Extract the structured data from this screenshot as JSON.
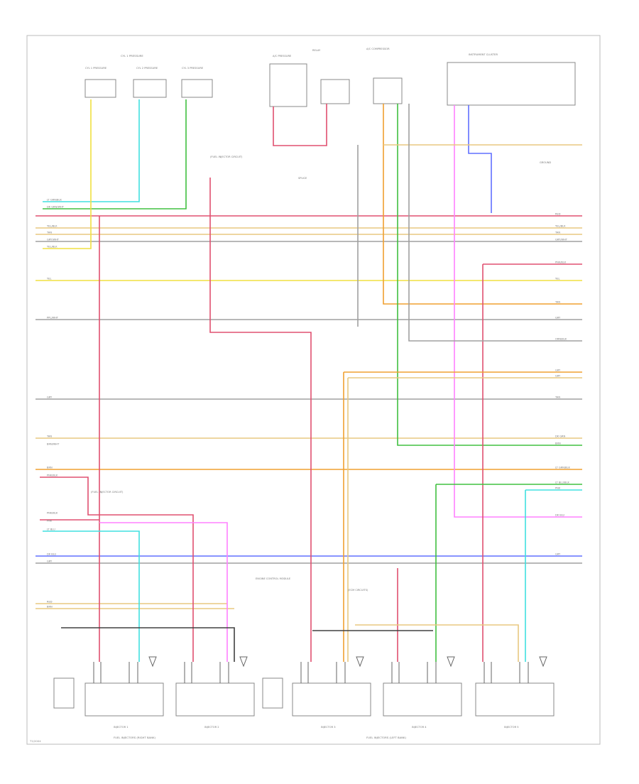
{
  "diagram": {
    "figure_code": "T1/2004",
    "background": "#ffffff",
    "wire_colors": {
      "yellow": "#f0e040",
      "cyan": "#40e0e0",
      "green": "#40c040",
      "red": "#e05070",
      "orange": "#f0a030",
      "tan": "#e8c880",
      "pink": "#ff80ff",
      "blue": "#6070ff",
      "gray": "#a0a0a0",
      "dark": "#404040",
      "lightgreen": "#60e060"
    },
    "top_components": [
      {
        "id": "sensor_a",
        "label": "CYL 1 PRESSURE"
      },
      {
        "id": "sensor_b",
        "label": "CYL 2 PRESSURE"
      },
      {
        "id": "sensor_c",
        "label": "CYL 3 PRESSURE"
      },
      {
        "id": "ac_pressure",
        "label": "A/C PRESSURE"
      },
      {
        "id": "relay_box",
        "label": "RELAY"
      },
      {
        "id": "ac_compressor",
        "label": "A/C COMPRESSOR"
      },
      {
        "id": "cluster",
        "label": "INSTRUMENT CLUSTER"
      }
    ],
    "bottom_components": [
      {
        "id": "inj1",
        "label": "INJECTOR 1"
      },
      {
        "id": "inj2",
        "label": "INJECTOR 2"
      },
      {
        "id": "inj3",
        "label": "INJECTOR 3"
      },
      {
        "id": "inj4",
        "label": "INJECTOR 4"
      },
      {
        "id": "inj5",
        "label": "INJECTOR 5"
      }
    ],
    "group_captions": [
      {
        "id": "right_bank",
        "label": "FUEL INJECTORS (RIGHT BANK)"
      },
      {
        "id": "left_bank",
        "label": "FUEL INJECTORS (LEFT BANK)"
      }
    ],
    "left_wire_labels": [
      "LT GRN/BLK",
      "DK GRN/WHT",
      "YEL/BLK",
      "TAN",
      "GRY/WHT",
      "YEL/BLK",
      "YEL",
      "PPL/WHT",
      "GRY",
      "TAN",
      "BRN/WHT",
      "BRN",
      "PNK/BLK",
      "PNK/BLK",
      "PNK",
      "LT BLU",
      "DK BLU",
      "GRY",
      "RED",
      "BRN"
    ],
    "right_wire_labels": [
      "RED",
      "YEL/BLK",
      "TAN",
      "GRY/WHT",
      "PNK/BLK",
      "YEL",
      "TAN",
      "GRY",
      "ORN/BLK",
      "GRY",
      "GRY",
      "TAN",
      "DK GRN",
      "BRN",
      "LT GRN/BLK",
      "LT BLU/BLK",
      "PNK",
      "DK BLU",
      "GRY"
    ],
    "notes": [
      {
        "id": "note_a",
        "text": "(FUEL INJECTOR CIRCUIT)"
      },
      {
        "id": "note_b",
        "text": "SPLICE"
      },
      {
        "id": "note_c",
        "text": "ENGINE CONTROL MODULE"
      },
      {
        "id": "note_d",
        "text": "(ECM CIRCUITS)"
      },
      {
        "id": "note_e",
        "text": "GROUND"
      }
    ]
  }
}
